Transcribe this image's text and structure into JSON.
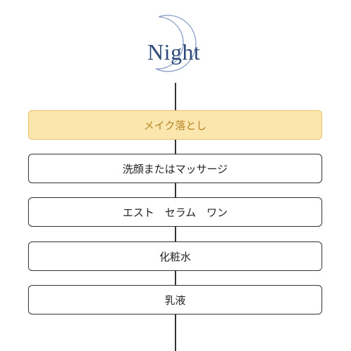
{
  "logo": {
    "text": "Night",
    "icon": "crescent-moon-icon",
    "color": "#2f4a78"
  },
  "steps": [
    {
      "label": "メイク落とし",
      "active": true
    },
    {
      "label": "洗顔またはマッサージ",
      "active": false
    },
    {
      "label": "エスト　セラム　ワン",
      "active": false
    },
    {
      "label": "化粧水",
      "active": false
    },
    {
      "label": "乳液",
      "active": false
    }
  ],
  "colors": {
    "active_fill": "#fbe6ad",
    "active_border": "#e9bf6a",
    "active_text": "#b7862a",
    "border": "#333333"
  }
}
